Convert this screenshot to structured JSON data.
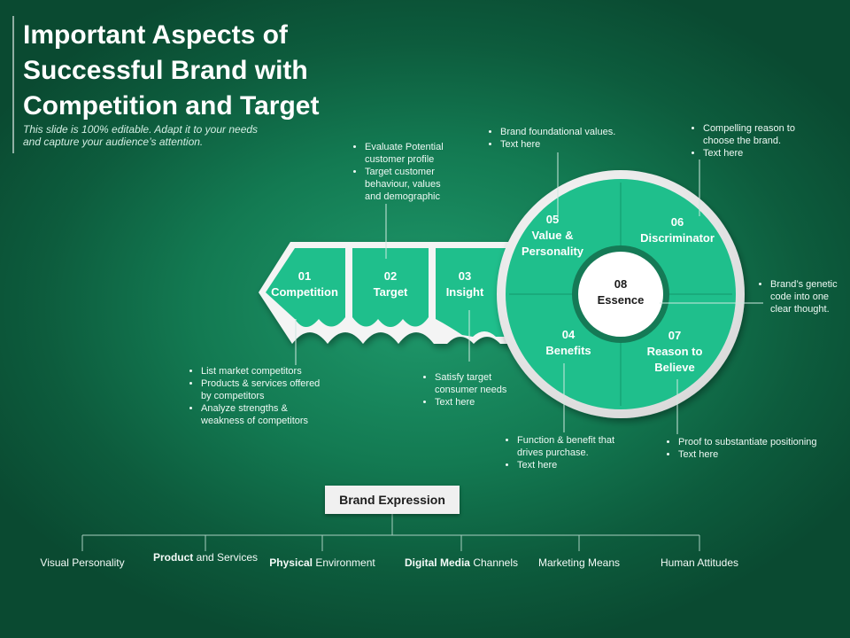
{
  "slide": {
    "title": "Important Aspects of Successful Brand with Competition and Target",
    "subtitle": "This slide is 100% editable. Adapt it to your needs and capture your audience’s attention."
  },
  "arrow_segments": [
    {
      "number": "01",
      "label": "Competition"
    },
    {
      "number": "02",
      "label": "Target"
    },
    {
      "number": "03",
      "label": "Insight"
    }
  ],
  "circle_segments": [
    {
      "number": "05",
      "label": "Value & Personality"
    },
    {
      "number": "06",
      "label": "Discriminator"
    },
    {
      "number": "04",
      "label": "Benefits"
    },
    {
      "number": "07",
      "label": "Reason to Believe"
    }
  ],
  "center": {
    "number": "08",
    "label": "Essence"
  },
  "annotations": {
    "competition": [
      "List market competitors",
      "Products & services offered by competitors",
      "Analyze strengths & weakness of competitors"
    ],
    "target": [
      "Evaluate Potential customer profile",
      "Target customer behaviour, values and demographic"
    ],
    "insight": [
      "Satisfy target consumer needs",
      "Text here"
    ],
    "value": [
      "Brand foundational values.",
      "Text here"
    ],
    "discriminator": [
      "Compelling reason to choose the brand.",
      "Text here"
    ],
    "essence": [
      "Brand’s genetic code into one clear thought."
    ],
    "benefits": [
      "Function & benefit that drives purchase.",
      "Text here"
    ],
    "reason": [
      "Proof to substantiate positioning",
      "Text here"
    ]
  },
  "brand_expression": {
    "title": "Brand Expression",
    "items": [
      {
        "bold": "",
        "text": "Visual Personality"
      },
      {
        "bold": "Product",
        "text": " and Services"
      },
      {
        "bold": "Physical",
        "text": " Environment"
      },
      {
        "bold": "Digital Media",
        "text": " Channels"
      },
      {
        "bold": "",
        "text": "Marketing Means"
      },
      {
        "bold": "",
        "text": "Human Attitudes"
      }
    ]
  },
  "colors": {
    "segment": "#1fbf8c",
    "segment_dark": "#169e72",
    "center": "#ffffff",
    "line": "#cfe9df"
  }
}
